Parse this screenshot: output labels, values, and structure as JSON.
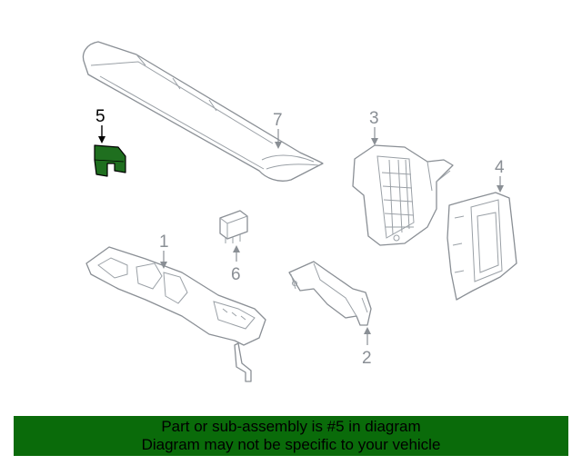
{
  "callouts": {
    "part1": "1",
    "part2": "2",
    "part3": "3",
    "part4": "4",
    "part5": "5",
    "part6": "6",
    "part7": "7"
  },
  "colors": {
    "banner_bg": "#0a6b0a",
    "highlight_part": "#1f6f1f",
    "line": "#8a8f95"
  },
  "banner": {
    "line1": "Part or sub-assembly is #5 in diagram",
    "line2": "Diagram may not be specific to your vehicle"
  }
}
